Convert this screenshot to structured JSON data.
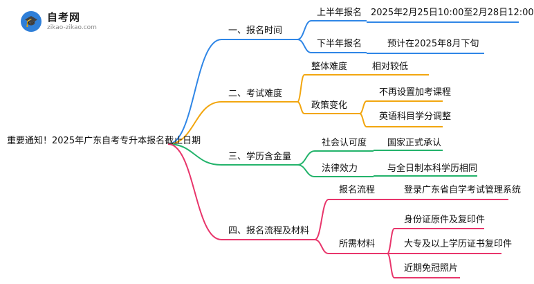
{
  "logo": {
    "name": "自考网",
    "url": "zikao-zikao.com",
    "icon": "graduation-cap-icon",
    "color": "#2f7fd8"
  },
  "root": {
    "label": "重要通知！2025年广东自考专升本报名截止日期"
  },
  "branches": [
    {
      "label": "一、报名时间",
      "color": "#2f86e6",
      "children": [
        {
          "label": "上半年报名",
          "detail": [
            "2025年2月25日10:00至2月28日12:00"
          ]
        },
        {
          "label": "下半年报名",
          "detail": [
            "预计在2025年8月下旬"
          ]
        }
      ]
    },
    {
      "label": "二、考试难度",
      "color": "#f2a60f",
      "children": [
        {
          "label": "整体难度",
          "detail": [
            "相对较低"
          ]
        },
        {
          "label": "政策变化",
          "detail": [
            "不再设置加考课程",
            "英语科目学分调整"
          ]
        }
      ]
    },
    {
      "label": "三、学历含金量",
      "color": "#23b36b",
      "children": [
        {
          "label": "社会认可度",
          "detail": [
            "国家正式承认"
          ]
        },
        {
          "label": "法律效力",
          "detail": [
            "与全日制本科学历相同"
          ]
        }
      ]
    },
    {
      "label": "四、报名流程及材料",
      "color": "#e8356b",
      "children": [
        {
          "label": "报名流程",
          "detail": [
            "登录广东省自学考试管理系统"
          ]
        },
        {
          "label": "所需材料",
          "detail": [
            "身份证原件及复印件",
            "大专及以上学历证书复印件",
            "近期免冠照片"
          ]
        }
      ]
    }
  ]
}
